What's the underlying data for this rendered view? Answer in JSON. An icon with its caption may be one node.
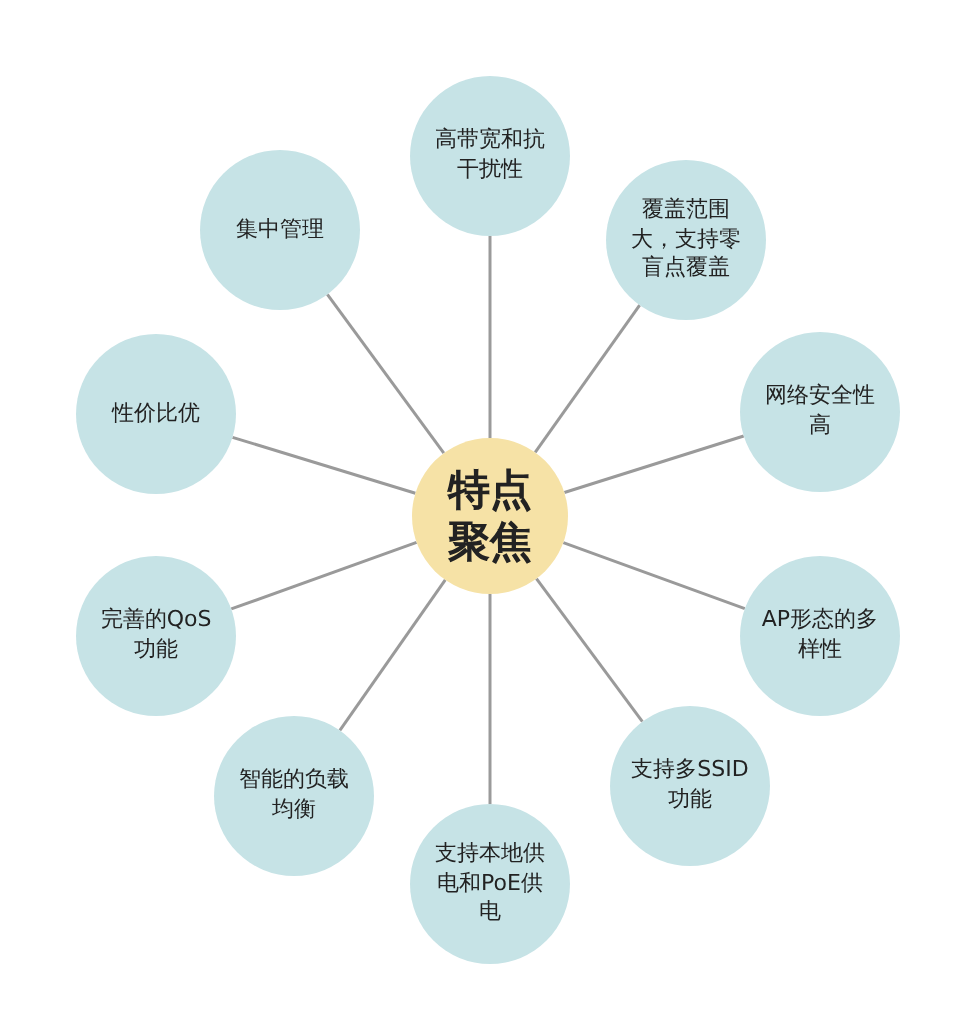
{
  "diagram": {
    "nodes": [
      {
        "text": [
          "特点聚焦"
        ]
      },
      {
        "text": [
          "高带宽和抗干扰性"
        ]
      },
      {
        "text": [
          "覆盖范围大，支持零盲点覆盖"
        ]
      },
      {
        "text": [
          "网络安全性高"
        ]
      },
      {
        "text": [
          "AP形态的多样性"
        ]
      },
      {
        "text": [
          "支持多SSID功能"
        ]
      },
      {
        "text": [
          "支持本地供电和PoE供电"
        ]
      },
      {
        "text": [
          "智能的负载均衡"
        ]
      },
      {
        "text": [
          "完善的QoS功能"
        ]
      },
      {
        "text": [
          "性价比优"
        ]
      },
      {
        "text": [
          "集中管理"
        ]
      }
    ],
    "edges": [
      {
        "from": 0,
        "to": 1,
        "arrow": "none"
      },
      {
        "from": 0,
        "to": 2,
        "arrow": "none"
      },
      {
        "from": 0,
        "to": 3,
        "arrow": "none"
      },
      {
        "from": 0,
        "to": 4,
        "arrow": "none"
      },
      {
        "from": 0,
        "to": 5,
        "arrow": "none"
      },
      {
        "from": 0,
        "to": 6,
        "arrow": "none"
      },
      {
        "from": 0,
        "to": 7,
        "arrow": "none"
      },
      {
        "from": 0,
        "to": 8,
        "arrow": "none"
      },
      {
        "from": 0,
        "to": 9,
        "arrow": "none"
      },
      {
        "from": 0,
        "to": 10,
        "arrow": "none"
      }
    ]
  }
}
